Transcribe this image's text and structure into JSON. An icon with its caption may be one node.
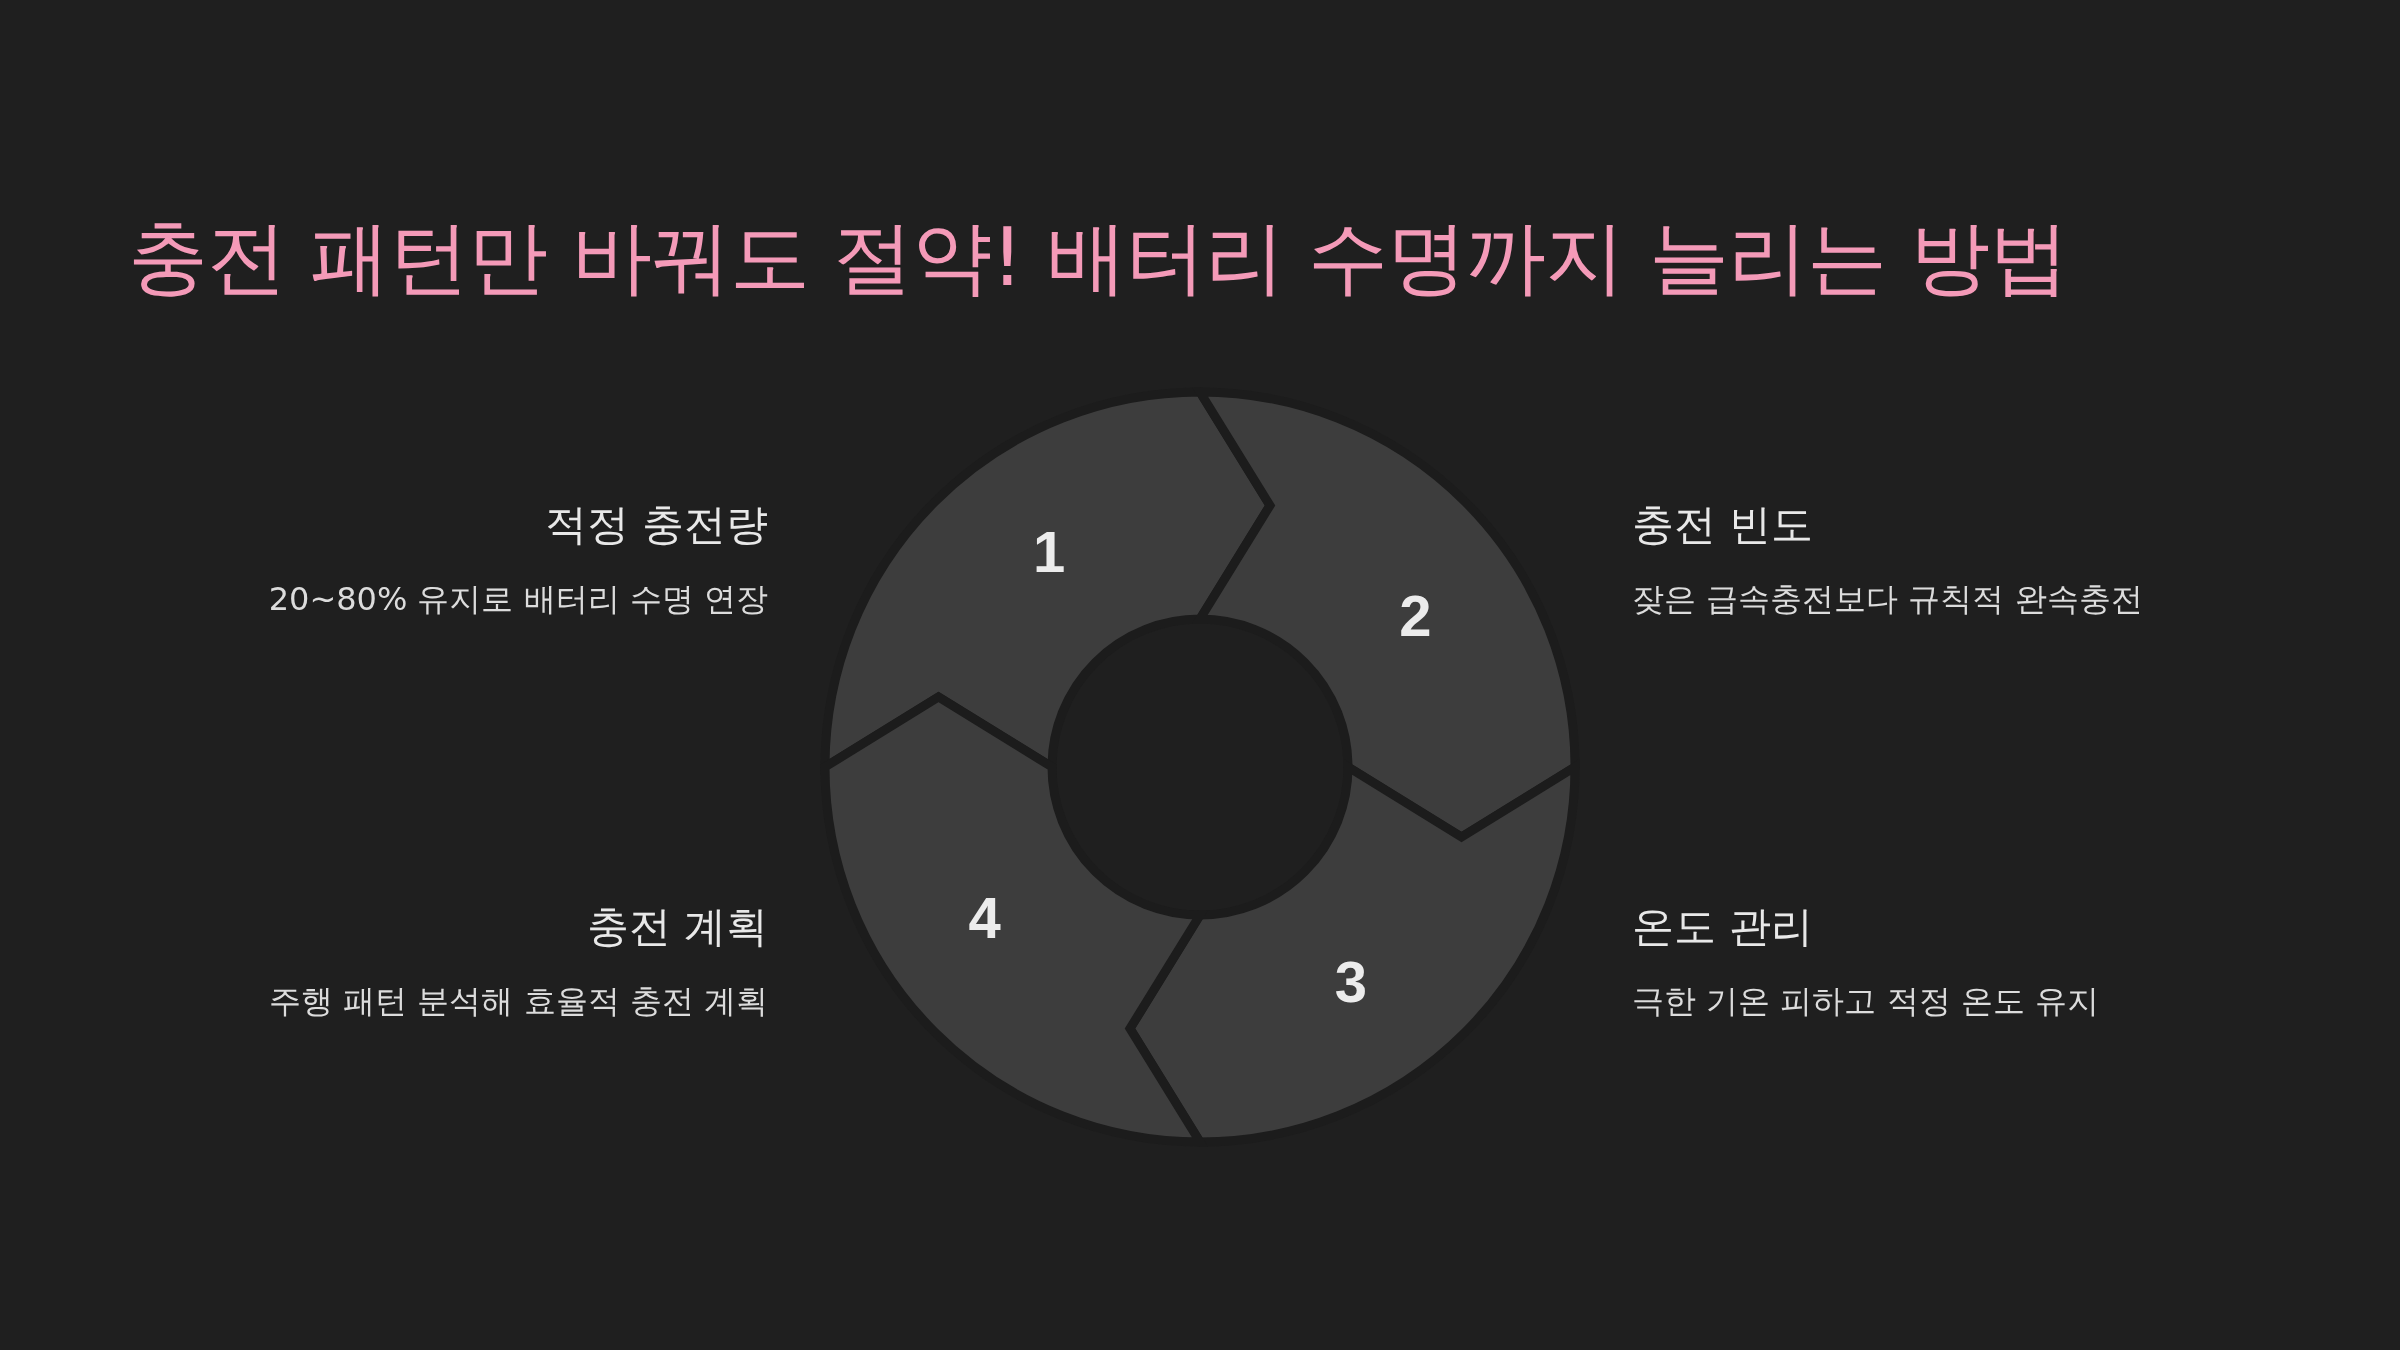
{
  "diagram": {
    "title": "충전 패턴만 바꿔도 절약! 배터리 수명까지 늘리는 방법",
    "nodes": [
      {
        "text": [
          "1"
        ],
        "beside": [
          "적정 충전량",
          "20~80% 유지로 배터리 수명 연장"
        ]
      },
      {
        "text": [
          "2"
        ],
        "beside": [
          "충전 빈도",
          "잦은 급속충전보다 규칙적 완속충전"
        ]
      },
      {
        "text": [
          "3"
        ],
        "beside": [
          "온도 관리",
          "극한 기온 피하고 적정 온도 유지"
        ]
      },
      {
        "text": [
          "4"
        ],
        "beside": [
          "충전 계획",
          "주행 패턴 분석해 효율적 충전 계획"
        ]
      }
    ]
  }
}
